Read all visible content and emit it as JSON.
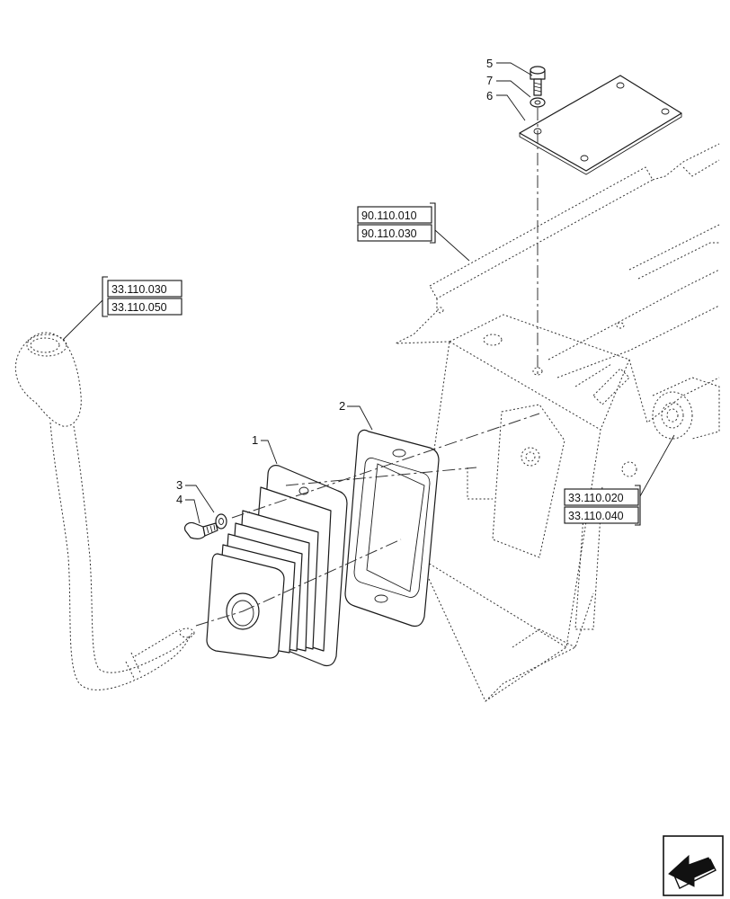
{
  "diagram": {
    "callouts": [
      {
        "id": "1",
        "text": "1"
      },
      {
        "id": "2",
        "text": "2"
      },
      {
        "id": "3",
        "text": "3"
      },
      {
        "id": "4",
        "text": "4"
      },
      {
        "id": "5",
        "text": "5"
      },
      {
        "id": "6",
        "text": "6"
      },
      {
        "id": "7",
        "text": "7"
      }
    ],
    "references": {
      "group_a": [
        "33.110.030",
        "33.110.050"
      ],
      "group_b": [
        "90.110.010",
        "90.110.030"
      ],
      "group_c": [
        "33.110.020",
        "33.110.040"
      ]
    },
    "nav_icon": "arrow-left-book-icon"
  }
}
